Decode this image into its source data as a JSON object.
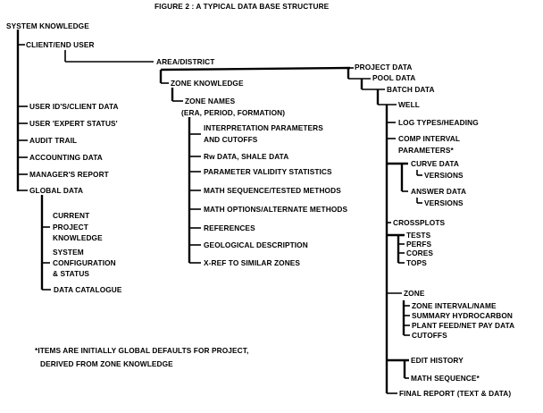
{
  "title": "FIGURE 2 :  A TYPICAL DATA BASE STRUCTURE",
  "root": "SYSTEM KNOWLEDGE",
  "client": "CLIENT/END USER",
  "client_items": [
    "USER ID'S/CLIENT DATA",
    "USER 'EXPERT STATUS'",
    "AUDIT TRAIL",
    "ACCOUNTING DATA",
    "MANAGER'S REPORT",
    "GLOBAL DATA"
  ],
  "global_items": {
    "current_project_knowledge": [
      "CURRENT",
      "PROJECT",
      "KNOWLEDGE"
    ],
    "system_configuration": [
      "SYSTEM",
      "CONFIGURATION",
      "& STATUS"
    ],
    "data_catalogue": "DATA CATALOGUE"
  },
  "area": "AREA/DISTRICT",
  "zone_knowledge": "ZONE KNOWLEDGE",
  "zone_names": [
    "ZONE NAMES",
    "(ERA, PERIOD, FORMATION)"
  ],
  "zone_name_items": [
    "INTERPRETATION PARAMETERS",
    "AND CUTOFFS",
    "Rw DATA, SHALE DATA",
    "PARAMETER VALIDITY STATISTICS",
    "MATH SEQUENCE/TESTED METHODS",
    "MATH OPTIONS/ALTERNATE METHODS",
    "REFERENCES",
    "GEOLOGICAL DESCRIPTION",
    "X-REF TO SIMILAR ZONES"
  ],
  "project": "PROJECT DATA",
  "pool": "POOL DATA",
  "batch": "BATCH DATA",
  "well": "WELL",
  "well_items": {
    "log_types": "LOG TYPES/HEADING",
    "comp_interval": [
      "COMP INTERVAL",
      "PARAMETERS*"
    ],
    "curve_data": "CURVE DATA",
    "curve_versions": "VERSIONS",
    "answer_data": "ANSWER DATA",
    "answer_versions": "VERSIONS",
    "crossplots": "CROSSPLOTS",
    "crossplot_items": [
      "TESTS",
      "PERFS",
      "CORES",
      "TOPS"
    ],
    "zone": "ZONE",
    "zone_items": [
      "ZONE INTERVAL/NAME",
      "SUMMARY HYDROCARBON",
      "PLANT FEED/NET PAY DATA",
      "CUTOFFS"
    ],
    "edit_history": "EDIT HISTORY",
    "math_sequence": "MATH SEQUENCE*",
    "final_report": "FINAL REPORT (TEXT & DATA)"
  },
  "footnote": [
    "*ITEMS ARE INITIALLY GLOBAL DEFAULTS FOR PROJECT,",
    "DERIVED FROM ZONE KNOWLEDGE"
  ]
}
